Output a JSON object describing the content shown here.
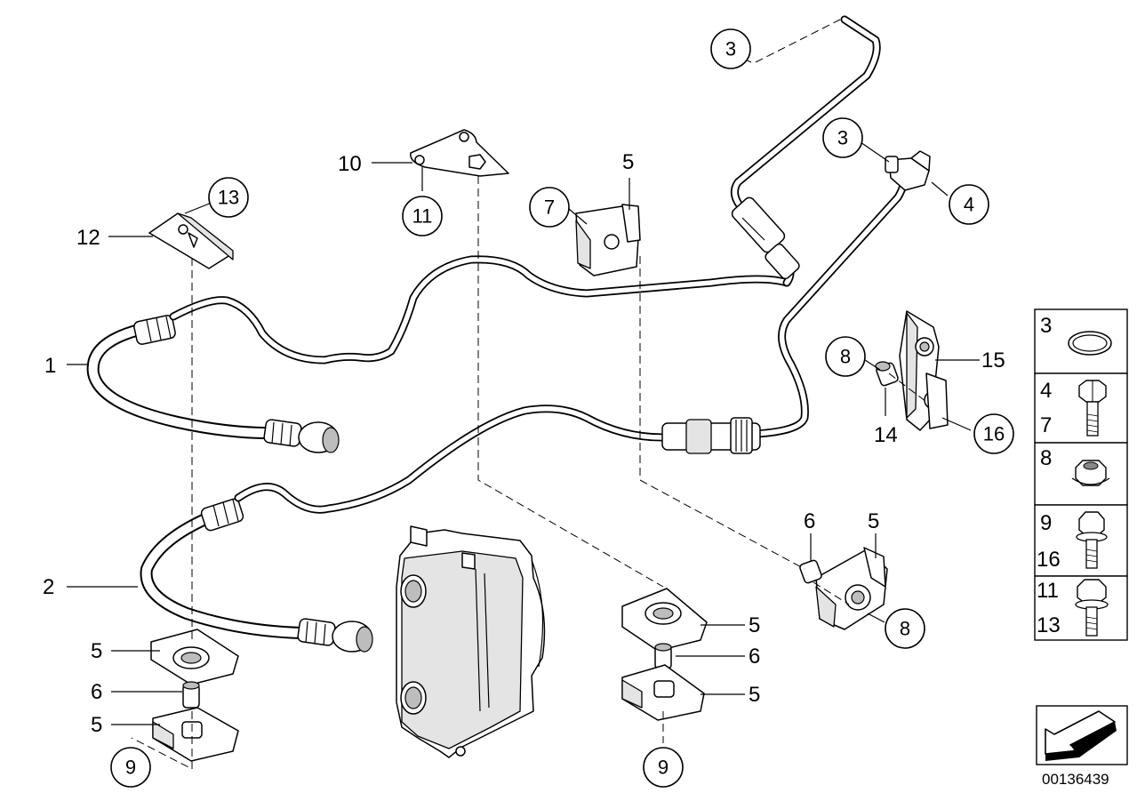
{
  "diagram": {
    "callouts": {
      "c3_top": "3",
      "c3_mid": "3",
      "c4": "4",
      "c7": "7",
      "c11": "11",
      "c13": "13",
      "c8_right": "8",
      "c16": "16",
      "c8_lower": "8",
      "c9_left": "9",
      "c9_mid": "9"
    },
    "labels": {
      "l1": "1",
      "l2": "2",
      "l5_top": "5",
      "l10": "10",
      "l12": "12",
      "l15": "15",
      "l14": "14",
      "l6_right": "6",
      "l5_right": "5",
      "l5_left_a": "5",
      "l6_left": "6",
      "l5_left_b": "5",
      "l5_mid_a": "5",
      "l6_mid": "6",
      "l5_mid_b": "5"
    },
    "legend": [
      {
        "numbers": [
          "3"
        ],
        "icon": "o-ring-icon"
      },
      {
        "numbers": [
          "4",
          "7"
        ],
        "icon": "hex-bolt-icon"
      },
      {
        "numbers": [
          "8"
        ],
        "icon": "hex-nut-icon"
      },
      {
        "numbers": [
          "9",
          "16"
        ],
        "icon": "flange-bolt-icon"
      },
      {
        "numbers": [
          "11",
          "13"
        ],
        "icon": "flange-bolt-large-icon"
      }
    ],
    "doc_number": "00136439",
    "nav_icon": "direction-arrow-icon"
  }
}
